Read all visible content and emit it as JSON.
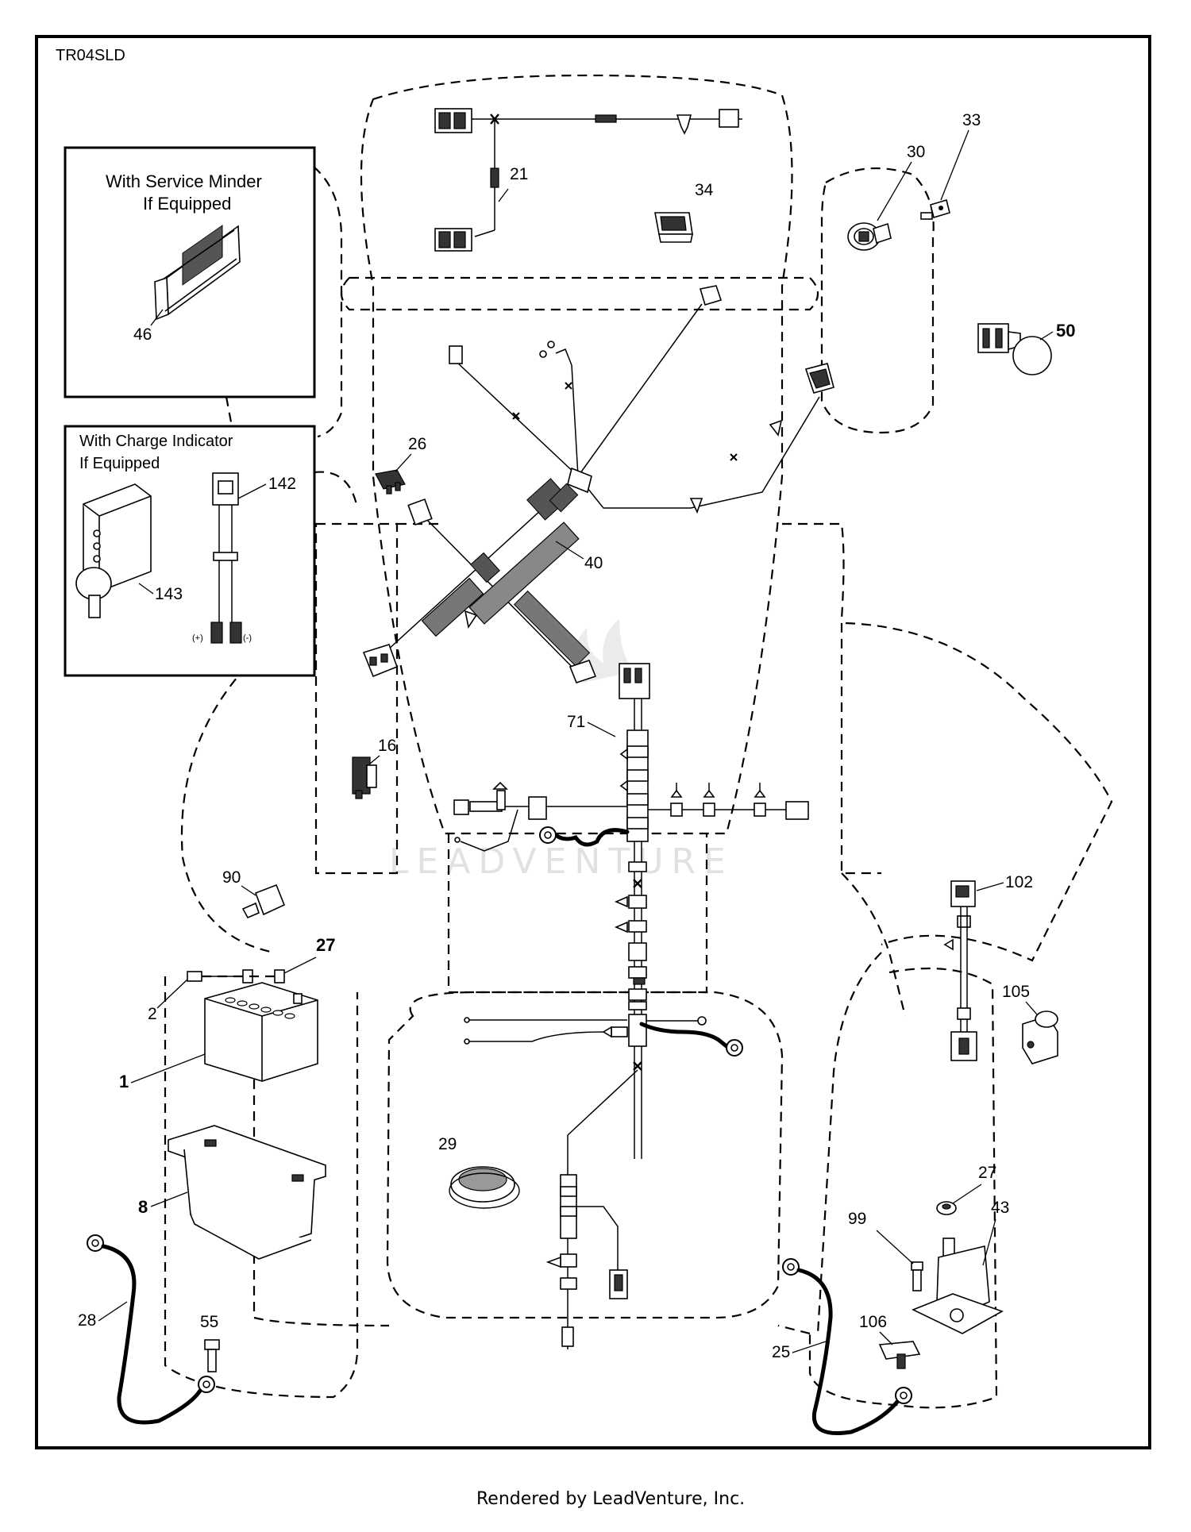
{
  "diagram_code": "TR04SLD",
  "inset_service_minder": {
    "line1": "With Service Minder",
    "line2": "If Equipped",
    "part": "46"
  },
  "inset_charge_indicator": {
    "line1": "With Charge Indicator",
    "line2": "If Equipped",
    "parts": [
      "142",
      "143"
    ],
    "plus_label": "(+)",
    "minus_label": "(-)"
  },
  "part_labels": {
    "p1": "1",
    "p2": "2",
    "p8": "8",
    "p16": "16",
    "p21": "21",
    "p25": "25",
    "p26": "26",
    "p27a": "27",
    "p27b": "27",
    "p28": "28",
    "p29": "29",
    "p30": "30",
    "p33": "33",
    "p34": "34",
    "p40": "40",
    "p43": "43",
    "p50": "50",
    "p55": "55",
    "p71": "71",
    "p90": "90",
    "p99": "99",
    "p102": "102",
    "p105": "105",
    "p106": "106"
  },
  "watermark": "LEADVENTURE",
  "footer": "Rendered by LeadVenture, Inc."
}
